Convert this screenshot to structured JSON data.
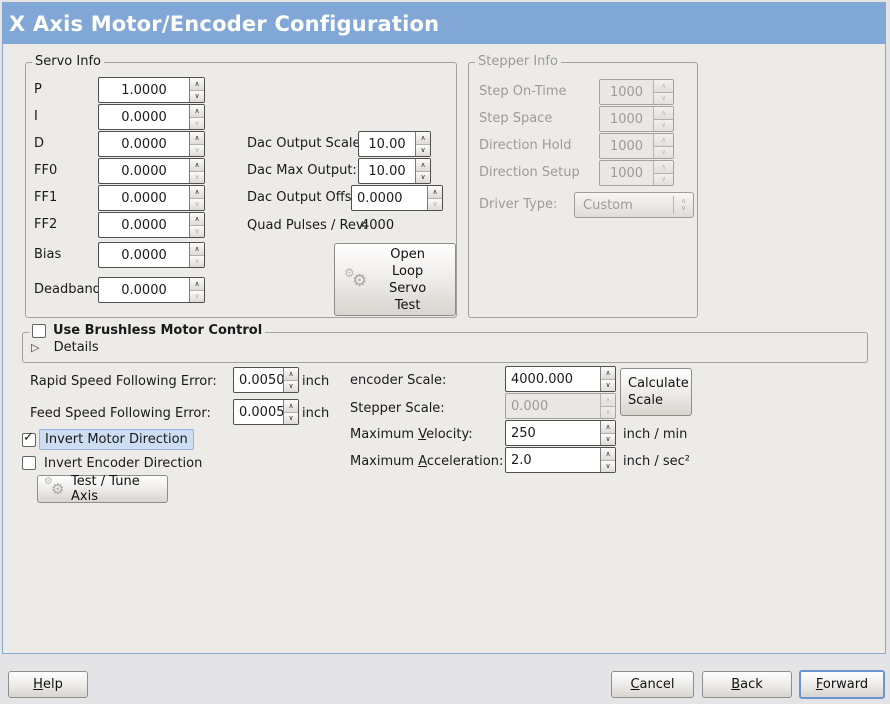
{
  "window": {
    "title": "X Axis Motor/Encoder Configuration"
  },
  "colors": {
    "header_blue": "#81a7d6",
    "window_border_blue": "#85a7d4",
    "focus_blue": "#6a95cf",
    "selection_highlight": "#cddef2",
    "background": "#ecebe8"
  },
  "icons": {
    "spin_up": "∧",
    "spin_down": "∨",
    "check": "✓",
    "expander_arrow": "▷",
    "gear": "⚙",
    "combo_up": "∧",
    "combo_down": "∨"
  },
  "servo_info": {
    "title": "Servo Info",
    "params": [
      {
        "label": "P",
        "value": "1.0000"
      },
      {
        "label": "I",
        "value": "0.0000"
      },
      {
        "label": "D",
        "value": "0.0000"
      },
      {
        "label": "FF0",
        "value": "0.0000"
      },
      {
        "label": "FF1",
        "value": "0.0000"
      },
      {
        "label": "FF2",
        "value": "0.0000"
      },
      {
        "label": "Bias",
        "value": "0.0000"
      },
      {
        "label": "Deadband",
        "value": "0.0000"
      }
    ],
    "dac_scale_label": "Dac Output Scale:",
    "dac_scale_value": "10.00",
    "dac_max_label": "Dac Max Output:",
    "dac_max_value": "10.00",
    "dac_offset_label": "Dac Output Offset:",
    "dac_offset_value": "0.0000",
    "quad_label": "Quad Pulses / Rev:",
    "quad_value": "4000",
    "open_loop_button": "Open\nLoop\nServo\nTest"
  },
  "stepper_info": {
    "title": "Stepper Info",
    "params": [
      {
        "label": "Step On-Time",
        "value": "1000"
      },
      {
        "label": "Step Space",
        "value": "1000"
      },
      {
        "label": "Direction Hold",
        "value": "1000"
      },
      {
        "label": "Direction Setup",
        "value": "1000"
      }
    ],
    "driver_type_label": "Driver Type:",
    "driver_type_value": "Custom"
  },
  "brushless": {
    "checkbox_label": "Use Brushless Motor Control",
    "details_label": "Details"
  },
  "following_error": {
    "rapid_label": "Rapid Speed Following Error:",
    "rapid_value": "0.0050",
    "rapid_unit": "inch",
    "feed_label": "Feed Speed Following Error:",
    "feed_value": "0.0005",
    "feed_unit": "inch"
  },
  "scale": {
    "encoder_label": "encoder Scale:",
    "encoder_value": "4000.000",
    "stepper_label": "Stepper Scale:",
    "stepper_value": "0.000",
    "calculate_button": "Calculate\nScale",
    "velocity_pre": "Maximum ",
    "velocity_key": "V",
    "velocity_post": "elocity:",
    "velocity_value": "250",
    "velocity_unit": "inch / min",
    "accel_pre": "Maximum ",
    "accel_key": "A",
    "accel_post": "cceleration:",
    "accel_value": "2.0",
    "accel_unit": "inch / sec²"
  },
  "direction": {
    "invert_motor_label": "Invert Motor Direction",
    "invert_encoder_label": "Invert Encoder Direction",
    "test_button": "Test / Tune Axis"
  },
  "footer": {
    "help_key": "H",
    "help_rest": "elp",
    "cancel_key": "C",
    "cancel_rest": "ancel",
    "back_key": "B",
    "back_rest": "ack",
    "forward_key": "F",
    "forward_rest": "orward"
  }
}
